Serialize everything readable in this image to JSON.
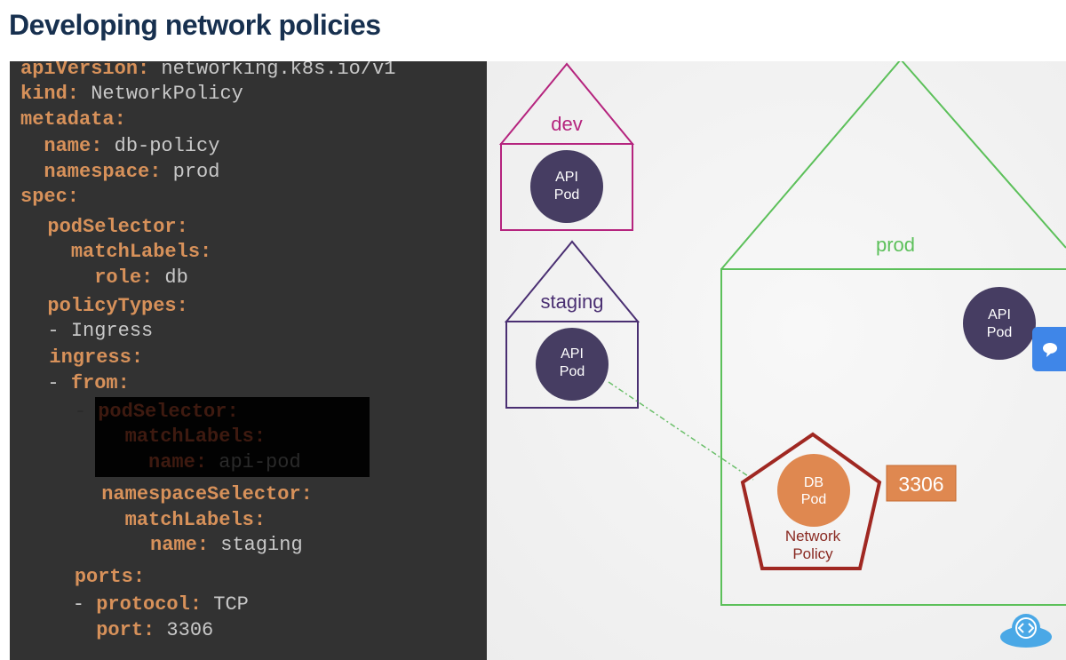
{
  "title": "Developing network policies",
  "code_lines": [
    {
      "indent": "",
      "dash": "",
      "key": "apiVersion:",
      "value": " networking.k8s.io/v1"
    },
    {
      "indent": "",
      "dash": "",
      "key": "kind:",
      "value": " NetworkPolicy"
    },
    {
      "indent": "",
      "dash": "",
      "key": "metadata:",
      "value": ""
    },
    {
      "indent": "  ",
      "dash": "",
      "key": "name:",
      "value": " db-policy"
    },
    {
      "indent": "  ",
      "dash": "",
      "key": "namespace:",
      "value": " prod"
    },
    {
      "indent": "",
      "dash": "",
      "key": "spec:",
      "value": ""
    },
    {
      "indent": "  ",
      "dash": "",
      "key": "podSelector:",
      "value": ""
    },
    {
      "indent": "    ",
      "dash": "",
      "key": "matchLabels:",
      "value": ""
    },
    {
      "indent": "      ",
      "dash": "",
      "key": "role:",
      "value": " db"
    },
    {
      "indent": "  ",
      "dash": "",
      "key": "policyTypes:",
      "value": ""
    },
    {
      "indent": "  ",
      "dash": "- ",
      "key": "",
      "value": "Ingress"
    },
    {
      "indent": "  ",
      "dash": "",
      "key": "ingress:",
      "value": ""
    },
    {
      "indent": "  ",
      "dash": "- ",
      "key": "from:",
      "value": ""
    },
    {
      "indent": "    ",
      "dash": "- ",
      "key": "podSelector:",
      "value": "",
      "dimmed": true
    },
    {
      "indent": "        ",
      "dash": "",
      "key": "matchLabels:",
      "value": "",
      "dimmed": true
    },
    {
      "indent": "          ",
      "dash": "",
      "key": "name:",
      "value": " api-pod",
      "dimmed": true
    },
    {
      "indent": "      ",
      "dash": "",
      "key": "namespaceSelector:",
      "value": ""
    },
    {
      "indent": "        ",
      "dash": "",
      "key": "matchLabels:",
      "value": ""
    },
    {
      "indent": "          ",
      "dash": "",
      "key": "name:",
      "value": " staging"
    },
    {
      "indent": "    ",
      "dash": "",
      "key": "ports:",
      "value": ""
    },
    {
      "indent": "    ",
      "dash": "- ",
      "key": "protocol:",
      "value": " TCP"
    },
    {
      "indent": "      ",
      "dash": "",
      "key": "port:",
      "value": " 3306"
    }
  ],
  "diagram": {
    "namespaces": {
      "dev": {
        "label": "dev",
        "color": "#b5247e"
      },
      "staging": {
        "label": "staging",
        "color": "#4a2f72"
      },
      "prod": {
        "label": "prod",
        "color": "#5cc05a"
      }
    },
    "pods": {
      "dev_api": {
        "line1": "API",
        "line2": "Pod",
        "color": "#463d62"
      },
      "staging_api": {
        "line1": "API",
        "line2": "Pod",
        "color": "#463d62"
      },
      "prod_api": {
        "line1": "API",
        "line2": "Pod",
        "color": "#463d62"
      },
      "db": {
        "line1": "DB",
        "line2": "Pod",
        "color": "#df8850"
      }
    },
    "network_policy": {
      "line1": "Network",
      "line2": "Policy",
      "color": "#a02822"
    },
    "port_badge": {
      "label": "3306",
      "color": "#df8850"
    }
  }
}
